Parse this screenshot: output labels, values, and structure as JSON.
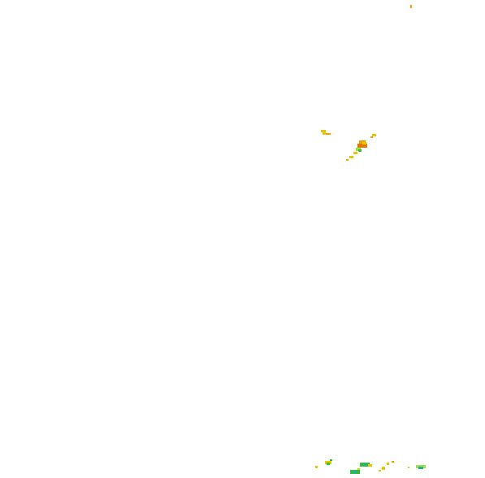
{
  "map": {
    "background": "#ffffff",
    "palette": {
      "yellow": "#e6c800",
      "orange": "#f0a000",
      "dark_orange": "#e07800",
      "light_green": "#a0e040",
      "green": "#30c030",
      "teal": "#20b0a0"
    },
    "clusters": [
      {
        "name": "cluster-top-right-speck",
        "colors": [
          "orange"
        ]
      },
      {
        "name": "cluster-upper-left-small",
        "colors": [
          "yellow",
          "orange"
        ]
      },
      {
        "name": "cluster-upper-main",
        "colors": [
          "yellow",
          "orange",
          "dark_orange",
          "light_green",
          "green"
        ]
      },
      {
        "name": "cluster-bottom-left",
        "colors": [
          "yellow",
          "green"
        ]
      },
      {
        "name": "cluster-bottom-center",
        "colors": [
          "green",
          "teal",
          "yellow"
        ]
      },
      {
        "name": "cluster-bottom-right",
        "colors": [
          "yellow",
          "light_green",
          "teal"
        ]
      }
    ]
  }
}
